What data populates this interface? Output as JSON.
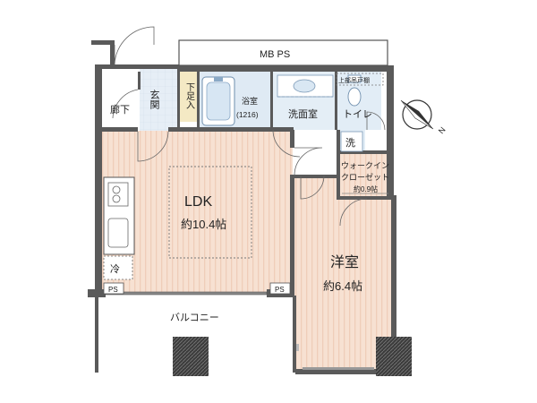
{
  "rooms": {
    "mb_ps": "MB PS",
    "corridor": "廊下",
    "entrance": "玄関",
    "shoe_storage": "下足入",
    "bath": "浴室",
    "bath_size": "(1216)",
    "washroom": "洗面室",
    "toilet": "トイレ",
    "upper_shelf": "上部吊戸棚",
    "washer": "洗",
    "wic_line1": "ウォークイン",
    "wic_line2": "クローゼット",
    "wic_size": "約0.9帖",
    "ldk": "LDK",
    "ldk_size": "約10.4帖",
    "western": "洋室",
    "western_size": "約6.4帖",
    "fridge": "冷",
    "ps_left": "PS",
    "ps_right": "PS",
    "balcony": "バルコニー"
  },
  "compass": {
    "north": "N"
  },
  "colors": {
    "wall": "#5a5a5a",
    "floor_wood": "#f7e1d2",
    "floor_stripe": "#efcdb9",
    "wet_area": "#e2edf6",
    "wet_detail": "#a8c7e3",
    "storage": "#f4e9c4"
  }
}
